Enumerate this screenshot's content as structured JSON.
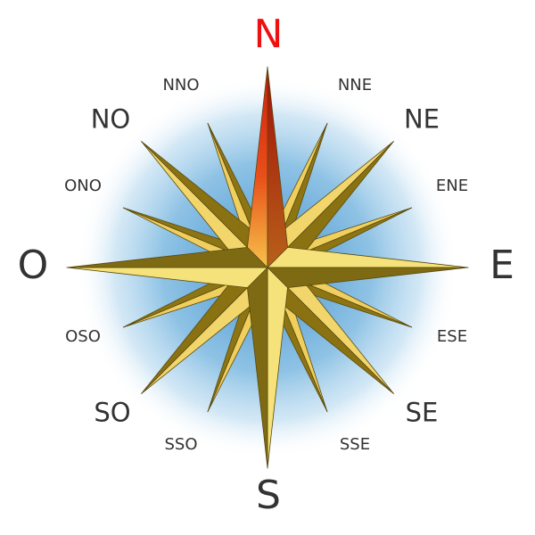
{
  "compass": {
    "cardinals": {
      "n": "N",
      "e": "E",
      "s": "S",
      "w": "O"
    },
    "intercardinals": {
      "ne": "NE",
      "se": "SE",
      "sw": "SO",
      "nw": "NO"
    },
    "minor": {
      "nne": "NNE",
      "ene": "ENE",
      "ese": "ESE",
      "sse": "SSE",
      "sso": "SSO",
      "oso": "OSO",
      "ono": "ONO",
      "nno": "NNO"
    },
    "colors": {
      "north_label": "#ee1111",
      "label": "#333333",
      "glow": "#7bb8e0",
      "point_light": "#f2d66b",
      "point_dark": "#8a7212",
      "north_light": "#f6a030",
      "north_dark": "#d82a10"
    }
  }
}
